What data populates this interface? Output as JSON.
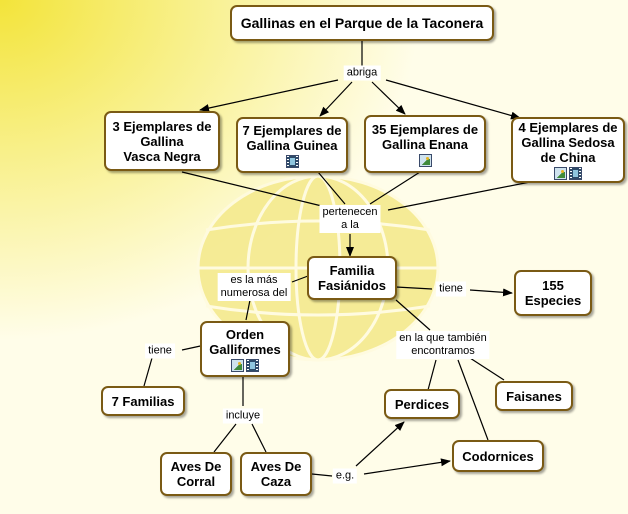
{
  "colors": {
    "node_border": "#7a5a14",
    "line": "#000000",
    "background_glow": "#f6e970",
    "globe": "#f3e98c"
  },
  "nodes": {
    "title": "Gallinas en el Parque de la Taconera",
    "vasca": "3 Ejemplares de\nGallina\nVasca Negra",
    "guinea": "7 Ejemplares de\nGallina Guinea",
    "enana": "35 Ejemplares de\nGallina Enana",
    "sedosa": "4 Ejemplares de\nGallina Sedosa\nde China",
    "familia": "Familia\nFasiánidos",
    "especies": "155\nEspecies",
    "orden": "Orden\nGalliformes",
    "familias": "7 Familias",
    "perdices": "Perdices",
    "faisanes": "Faisanes",
    "codornices": "Codornices",
    "corral": "Aves De\nCorral",
    "caza": "Aves De\nCaza"
  },
  "links": {
    "abriga": "abriga",
    "pertenecen": "pertenecen\na la",
    "numerosa": "es la más\nnumerosa del",
    "tiene_especies": "tiene",
    "tiene_familias": "tiene",
    "incluye": "incluye",
    "tambien": "en la que también\nencontramos",
    "eg": "e.g."
  }
}
